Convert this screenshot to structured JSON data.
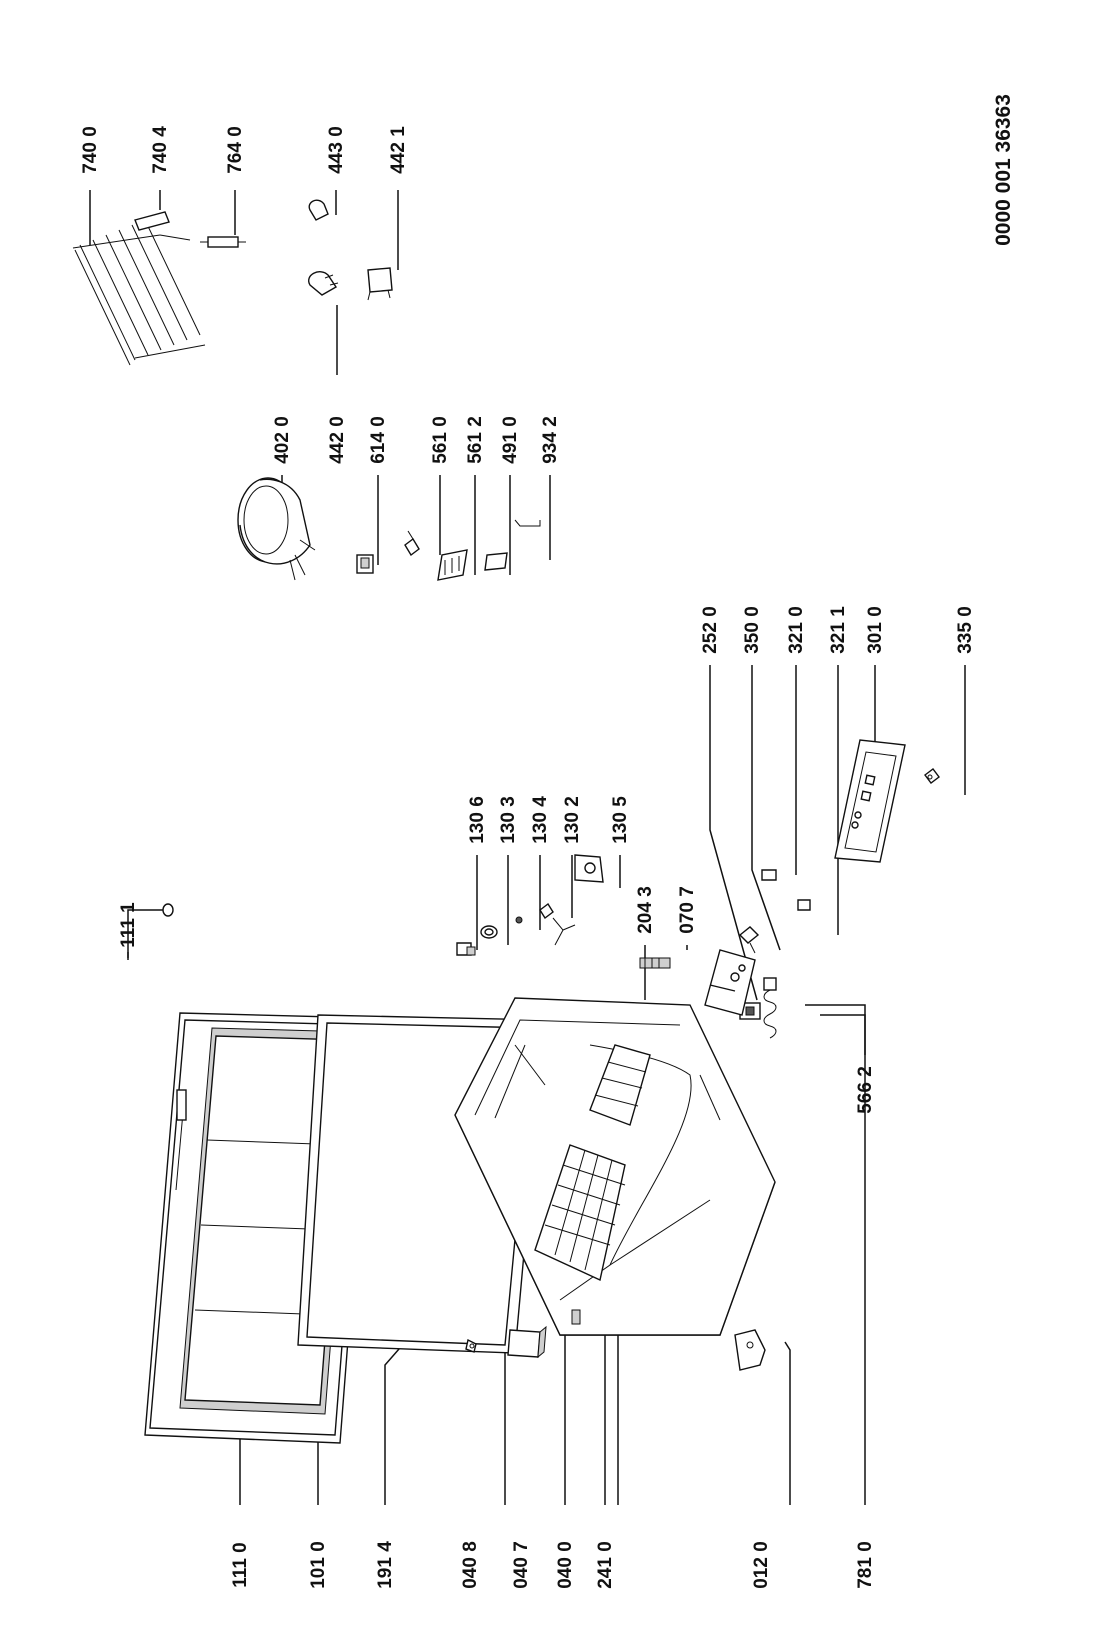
{
  "document_number": "0000 001 36363",
  "parts": {
    "p1110": "111 0",
    "p1111": "111 1",
    "p1010": "101 0",
    "p1914": "191 4",
    "p0408": "040 8",
    "p0407": "040 7",
    "p0400": "040 0",
    "p2410": "241 0",
    "p0120": "012 0",
    "p7810": "781 0",
    "p2043": "204 3",
    "p0707": "070 7",
    "p5662": "566 2",
    "p1306": "130 6",
    "p1303": "130 3",
    "p1304": "130 4",
    "p1302": "130 2",
    "p1305": "130 5",
    "p2520": "252 0",
    "p3500": "350 0",
    "p3210": "321 0",
    "p3211": "321 1",
    "p3010": "301 0",
    "p3350": "335 0",
    "p4020": "402 0",
    "p6140": "614 0",
    "p5610": "561 0",
    "p5612": "561 2",
    "p4910": "491 0",
    "p9342": "934 2",
    "p4420": "442 0",
    "p7400": "740 0",
    "p7404": "740 4",
    "p7640": "764 0",
    "p4430": "443 0",
    "p4421": "442 1"
  }
}
